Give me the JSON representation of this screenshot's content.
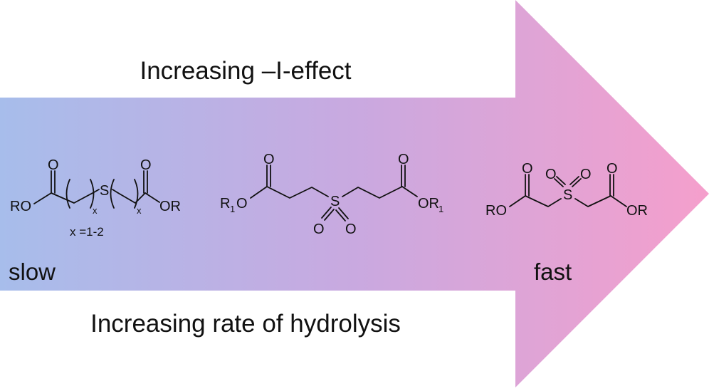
{
  "diagram": {
    "top_caption": "Increasing –I-effect",
    "bottom_caption": "Increasing rate of hydrolysis",
    "left_label": "slow",
    "right_label": "fast",
    "arrow_colors": {
      "start": "#a7bdeb",
      "end": "#f59fcc"
    },
    "molecule_1": {
      "atom_O_top_1": "O",
      "atom_O_top_2": "O",
      "atom_RO": "RO",
      "atom_S": "S",
      "atom_OR": "OR",
      "sub_x_1": "x",
      "sub_x_2": "x",
      "note": "x =1-2"
    },
    "molecule_2": {
      "atom_O_top_1": "O",
      "atom_O_top_2": "O",
      "atom_R1O_R": "R",
      "atom_R1O_sub": "1",
      "atom_R1O_O": "O",
      "atom_S": "S",
      "atom_SO_O1": "O",
      "atom_SO_O2": "O",
      "atom_OR1_OR": "OR",
      "atom_OR1_sub": "1"
    },
    "molecule_3": {
      "atom_O_top_1": "O",
      "atom_O_top_2": "O",
      "atom_RO": "RO",
      "atom_S": "S",
      "atom_SO_O1": "O",
      "atom_SO_O2": "O",
      "atom_OR": "OR"
    }
  }
}
